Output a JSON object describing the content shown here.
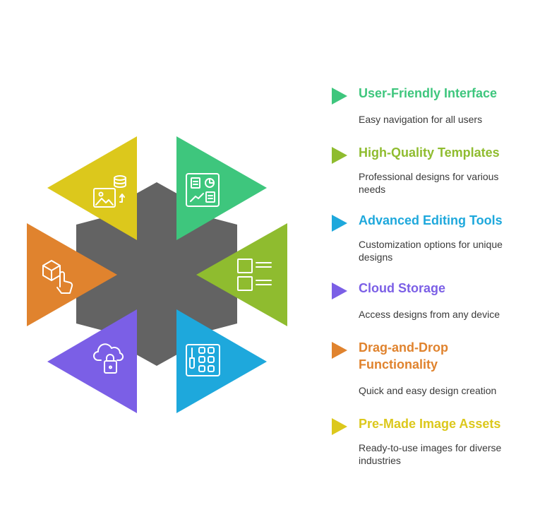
{
  "hub": {
    "color": "#636363"
  },
  "items": [
    {
      "id": "user-friendly",
      "title": "User-Friendly Interface",
      "desc": "Easy navigation for all users",
      "color": "#3ec67d",
      "icon": "dashboard-chart-icon"
    },
    {
      "id": "templates",
      "title": "High-Quality Templates",
      "desc": "Professional designs for various needs",
      "color": "#8fbc2f",
      "icon": "list-layout-icon"
    },
    {
      "id": "editing",
      "title": "Advanced Editing Tools",
      "desc": "Customization options for unique designs",
      "color": "#1ea8dc",
      "icon": "palette-tools-icon"
    },
    {
      "id": "cloud",
      "title": "Cloud Storage",
      "desc": "Access designs from any device",
      "color": "#7b5fe6",
      "icon": "cloud-lock-icon"
    },
    {
      "id": "drag-drop",
      "title": "Drag-and-Drop Functionality",
      "desc": "Quick and easy design creation",
      "color": "#e0832e",
      "icon": "box-hand-icon"
    },
    {
      "id": "image-assets",
      "title": "Pre-Made Image Assets",
      "desc": "Ready-to-use images for diverse industries",
      "color": "#dcc81c",
      "icon": "image-database-icon"
    }
  ]
}
